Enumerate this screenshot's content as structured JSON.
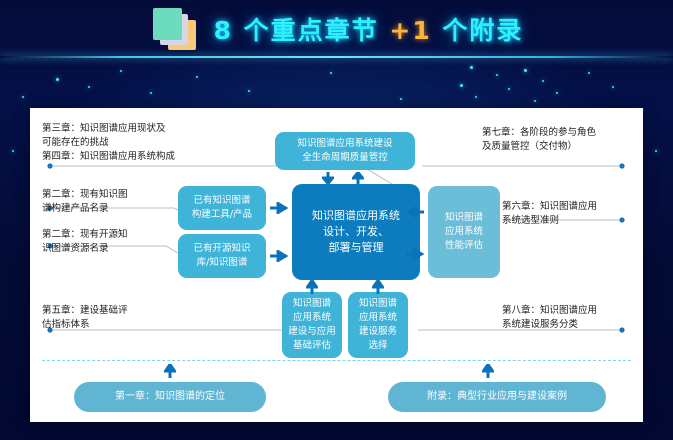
{
  "header": {
    "title_main": "8 个重点章节 ",
    "title_plus": "+1",
    "title_tail": " 个附录",
    "icon": "stacked-books-icon"
  },
  "colors": {
    "background_dark": "#020a3a",
    "title_cyan": "#2ef0ff",
    "title_accent_orange": "#ffb23a",
    "card_white": "#ffffff",
    "node_teal": "#3fb3d8",
    "node_light_blue": "#6cbdd8",
    "node_core_blue": "#0d7cbe",
    "arrow_blue": "#0a72b8",
    "divider_blue": "#7fd3ea",
    "connector_gray": "#b9bcc6"
  },
  "diagram": {
    "labels": [
      {
        "id": "left-top",
        "text": "第三章：知识图谱应用现状及\n可能存在的挑战\n第四章：知识图谱应用系统构成"
      },
      {
        "id": "left-mid",
        "text": "第二章：现有知识图\n谱构建产品名录"
      },
      {
        "id": "left-lower",
        "text": "第二章：现有开源知\n识图谱资源名录"
      },
      {
        "id": "left-bottom",
        "text": "第五章：建设基础评\n估指标体系"
      },
      {
        "id": "right-top",
        "text": "第七章：各阶段的参与角色\n及质量管控（交付物）"
      },
      {
        "id": "right-mid",
        "text": "第六章：知识图谱应用\n系统选型准则"
      },
      {
        "id": "right-bottom",
        "text": "第八章：知识图谱应用\n系统建设服务分类"
      }
    ],
    "nodes": [
      {
        "id": "top-node",
        "text": "知识图谱应用系统建设\n全生命周期质量管控",
        "style": "teal"
      },
      {
        "id": "tool-node",
        "text": "已有知识图谱\n构建工具/产品",
        "style": "teal"
      },
      {
        "id": "opensrc-node",
        "text": "已有开源知识\n库/知识图谱",
        "style": "teal"
      },
      {
        "id": "core-node",
        "text": "知识图谱应用系统\n设计、开发、\n部署与管理",
        "style": "core"
      },
      {
        "id": "perf-node",
        "text": "知识图谱\n应用系统\n性能评估",
        "style": "light-blue"
      },
      {
        "id": "base-eval-node",
        "text": "知识图谱\n应用系统\n建设与应用\n基础评估",
        "style": "teal"
      },
      {
        "id": "service-node",
        "text": "知识图谱\n应用系统\n建设服务\n选择",
        "style": "teal"
      }
    ],
    "pills": [
      {
        "id": "pill-chapter-one",
        "text": "第一章：知识图谱的定位"
      },
      {
        "id": "pill-appendix",
        "text": "附录：典型行业应用与建设案例"
      }
    ]
  }
}
